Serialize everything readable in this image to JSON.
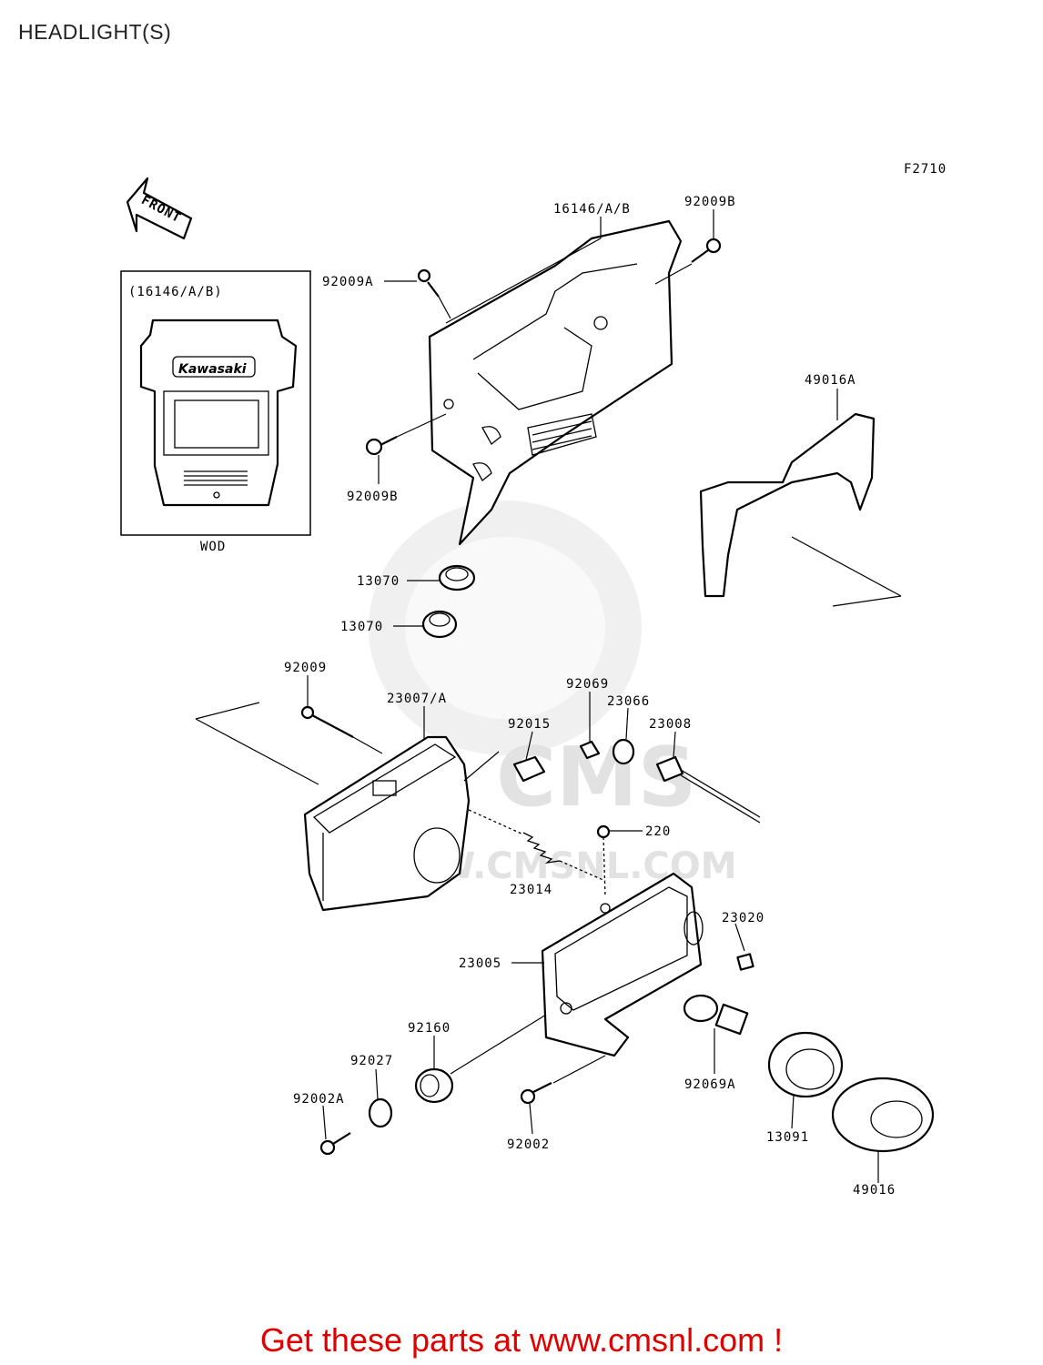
{
  "header": {
    "title": "HEADLIGHT(S)"
  },
  "diagram": {
    "figure_code": "F2710",
    "front_arrow": "FRONT",
    "inset": {
      "title": "(16146/A/B)",
      "logo_text": "Kawasaki",
      "caption": "WOD"
    },
    "watermark": {
      "brand": "CMS",
      "url": "WWW.CMSNL.COM"
    },
    "part_labels": {
      "p16146": "16146/A/B",
      "p92009B_top": "92009B",
      "p92009A": "92009A",
      "p92009B_left": "92009B",
      "p49016A": "49016A",
      "p13070_a": "13070",
      "p13070_b": "13070",
      "p92009": "92009",
      "p23007": "23007/A",
      "p92069": "92069",
      "p92015": "92015",
      "p23066": "23066",
      "p23008": "23008",
      "p220": "220",
      "p23014": "23014",
      "p23020": "23020",
      "p23005": "23005",
      "p92160": "92160",
      "p92027": "92027",
      "p92002A": "92002A",
      "p92002": "92002",
      "p92069A": "92069A",
      "p13091": "13091",
      "p49016": "49016"
    }
  },
  "footer": {
    "promo": "Get these parts at www.cmsnl.com !"
  }
}
